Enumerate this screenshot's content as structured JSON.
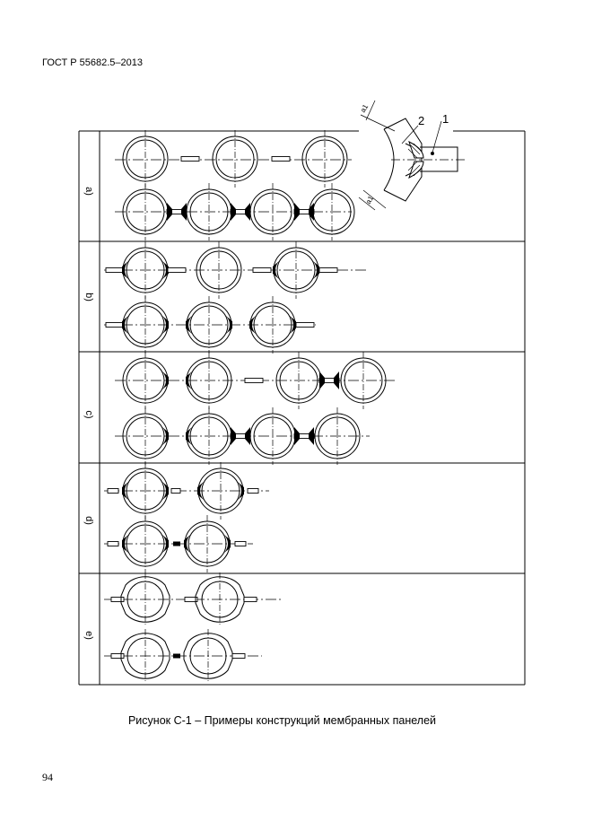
{
  "header": {
    "standard": "ГОСТ Р 55682.5–2013"
  },
  "figure": {
    "rows": [
      {
        "label": "a)"
      },
      {
        "label": "b)"
      },
      {
        "label": "c)"
      },
      {
        "label": "d)"
      },
      {
        "label": "e)"
      }
    ],
    "detail": {
      "callout_1": "1",
      "callout_2": "2",
      "dim_a1_top": "a1",
      "dim_a1_bottom": "a1"
    },
    "caption": "Рисунок С-1 – Примеры конструкций мембранных панелей"
  },
  "footer": {
    "page_number": "94"
  }
}
